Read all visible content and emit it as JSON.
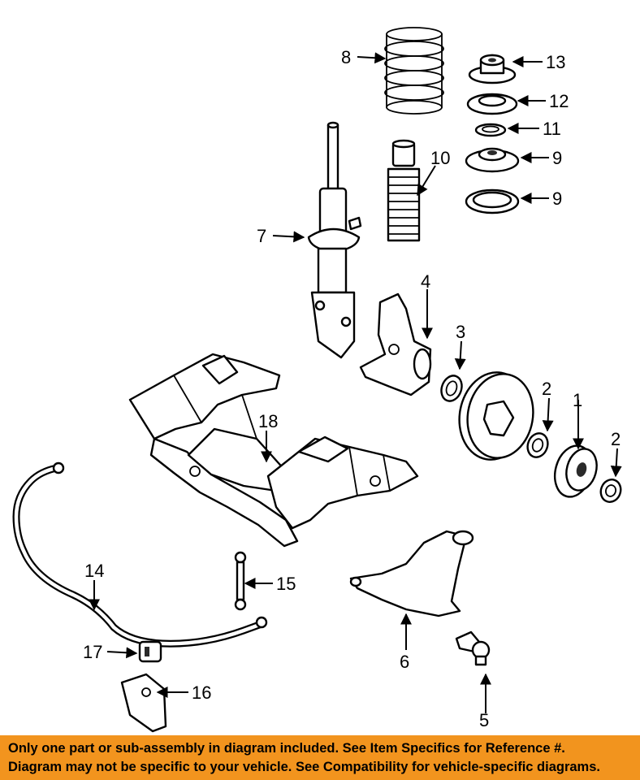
{
  "diagram": {
    "callouts": [
      {
        "id": "1",
        "label": "1"
      },
      {
        "id": "2a",
        "label": "2"
      },
      {
        "id": "2b",
        "label": "2"
      },
      {
        "id": "3",
        "label": "3"
      },
      {
        "id": "4",
        "label": "4"
      },
      {
        "id": "5",
        "label": "5"
      },
      {
        "id": "6",
        "label": "6"
      },
      {
        "id": "7",
        "label": "7"
      },
      {
        "id": "8",
        "label": "8"
      },
      {
        "id": "9a",
        "label": "9"
      },
      {
        "id": "9b",
        "label": "9"
      },
      {
        "id": "10",
        "label": "10"
      },
      {
        "id": "11",
        "label": "11"
      },
      {
        "id": "12",
        "label": "12"
      },
      {
        "id": "13",
        "label": "13"
      },
      {
        "id": "14",
        "label": "14"
      },
      {
        "id": "15",
        "label": "15"
      },
      {
        "id": "16",
        "label": "16"
      },
      {
        "id": "17",
        "label": "17"
      },
      {
        "id": "18",
        "label": "18"
      }
    ]
  },
  "banner": {
    "line1": "Only one part or sub-assembly in diagram included. See Item Specifics for Reference #.",
    "line2": "Diagram may not be specific to your vehicle. See Compatibility for vehicle-specific diagrams.",
    "background_color": "#f2941e"
  }
}
